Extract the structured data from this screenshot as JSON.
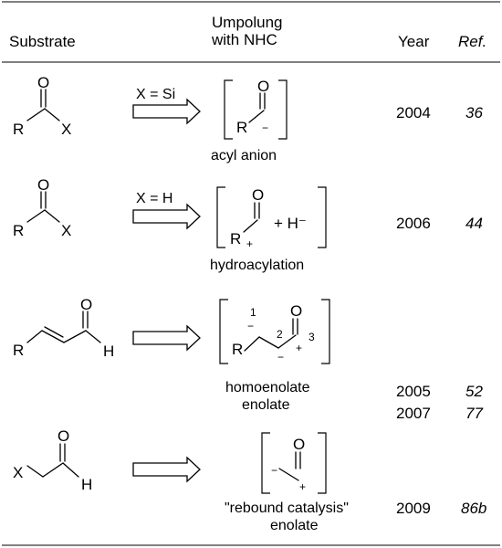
{
  "header": {
    "substrate": "Substrate",
    "umpolung_line1": "Umpolung",
    "umpolung_line2": "with NHC",
    "year": "Year",
    "ref": "Ref."
  },
  "atoms": {
    "O": "O",
    "R": "R",
    "X": "X",
    "H": "H",
    "minus": "−",
    "plus": "+"
  },
  "rows": [
    {
      "condition": "X = Si",
      "caption": "acyl anion",
      "year": "2004",
      "ref": "36"
    },
    {
      "condition": "X = H",
      "hydride": "+  H⁻",
      "caption": "hydroacylation",
      "year": "2006",
      "ref": "44"
    },
    {
      "positions": [
        "1",
        "2",
        "3"
      ],
      "caption_line1": "homoenolate",
      "caption_line2": "enolate",
      "years": [
        "2005",
        "2007"
      ],
      "refs": [
        "52",
        "77"
      ]
    },
    {
      "caption_line1": "\"rebound catalysis\"",
      "caption_line2": "enolate",
      "year": "2009",
      "ref": "86b"
    }
  ]
}
